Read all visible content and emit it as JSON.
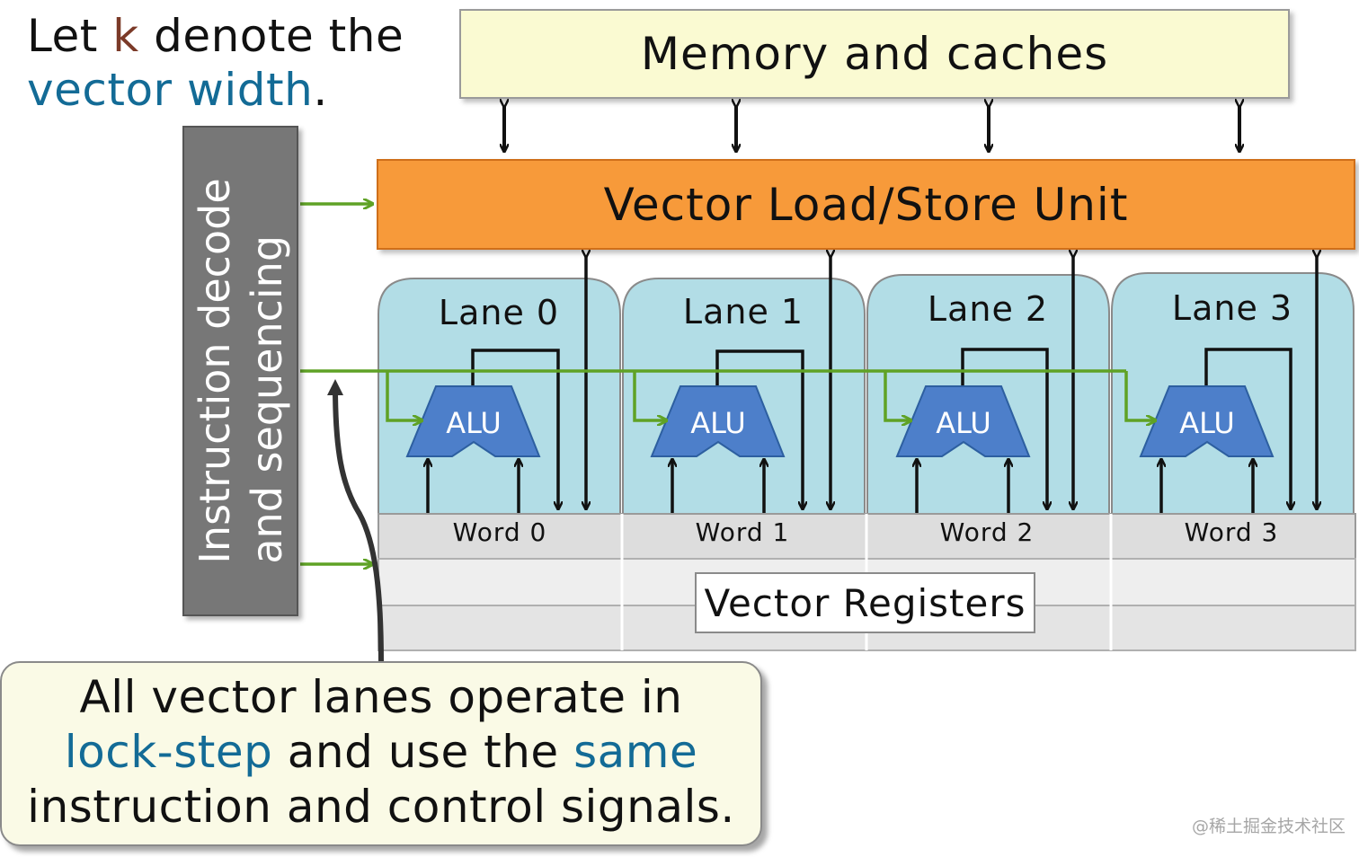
{
  "title": {
    "line1_pre": "Let ",
    "line1_k": "k",
    "line1_post": " denote the",
    "line2_hl": "vector width",
    "line2_post": "."
  },
  "memory_label": "Memory and caches",
  "lsu_label": "Vector Load/Store Unit",
  "instruction_label": {
    "line1": "Instruction decode",
    "line2": "and sequencing"
  },
  "lanes": [
    {
      "label": "Lane 0",
      "alu": "ALU",
      "word": "Word 0"
    },
    {
      "label": "Lane 1",
      "alu": "ALU",
      "word": "Word 1"
    },
    {
      "label": "Lane 2",
      "alu": "ALU",
      "word": "Word 2"
    },
    {
      "label": "Lane 3",
      "alu": "ALU",
      "word": "Word 3"
    }
  ],
  "vector_registers_label": "Vector Registers",
  "callout": {
    "line1": "All vector lanes operate in",
    "line2_hl1": "lock-step",
    "line2_mid": " and use the ",
    "line2_hl2": "same",
    "line3": "instruction and control signals."
  },
  "watermark": "@稀土掘金技术社区",
  "colors": {
    "lane_fill": "#b2dde6",
    "lsu_fill": "#f79a3a",
    "mem_fill": "#fafad2",
    "alu_fill": "#4d7fca",
    "control_green": "#5fa225",
    "highlight_blue": "#136b96"
  }
}
